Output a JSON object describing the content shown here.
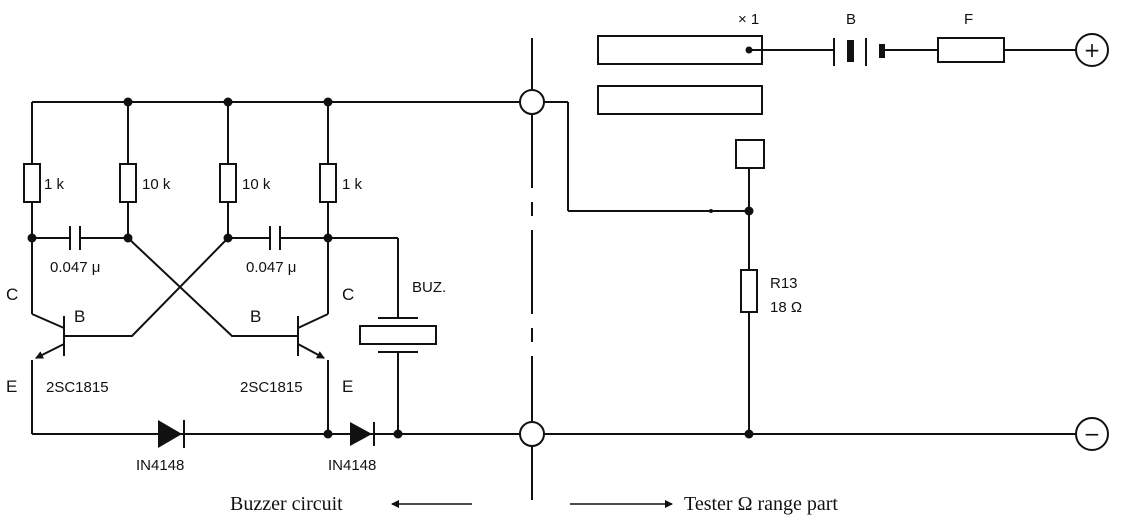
{
  "labels": {
    "r1": "1 k",
    "r2": "10 k",
    "r3": "10 k",
    "r4": "1 k",
    "cap_left": "0.047 μ",
    "cap_right": "0.047 μ",
    "c_left": "C",
    "b_left": "B",
    "e_left": "E",
    "c_right": "C",
    "b_right": "B",
    "e_right": "E",
    "transistor_left": "2SC1815",
    "transistor_right": "2SC1815",
    "diode_left": "IN4148",
    "diode_right": "IN4148",
    "buzzer": "BUZ.",
    "multiplier": "× 1",
    "battery": "B",
    "fuse": "F",
    "r13": "R13",
    "r13_value": "18 Ω",
    "plus": "+",
    "minus": "−"
  },
  "captions": {
    "left": "Buzzer circuit",
    "right": "Tester Ω range part"
  }
}
